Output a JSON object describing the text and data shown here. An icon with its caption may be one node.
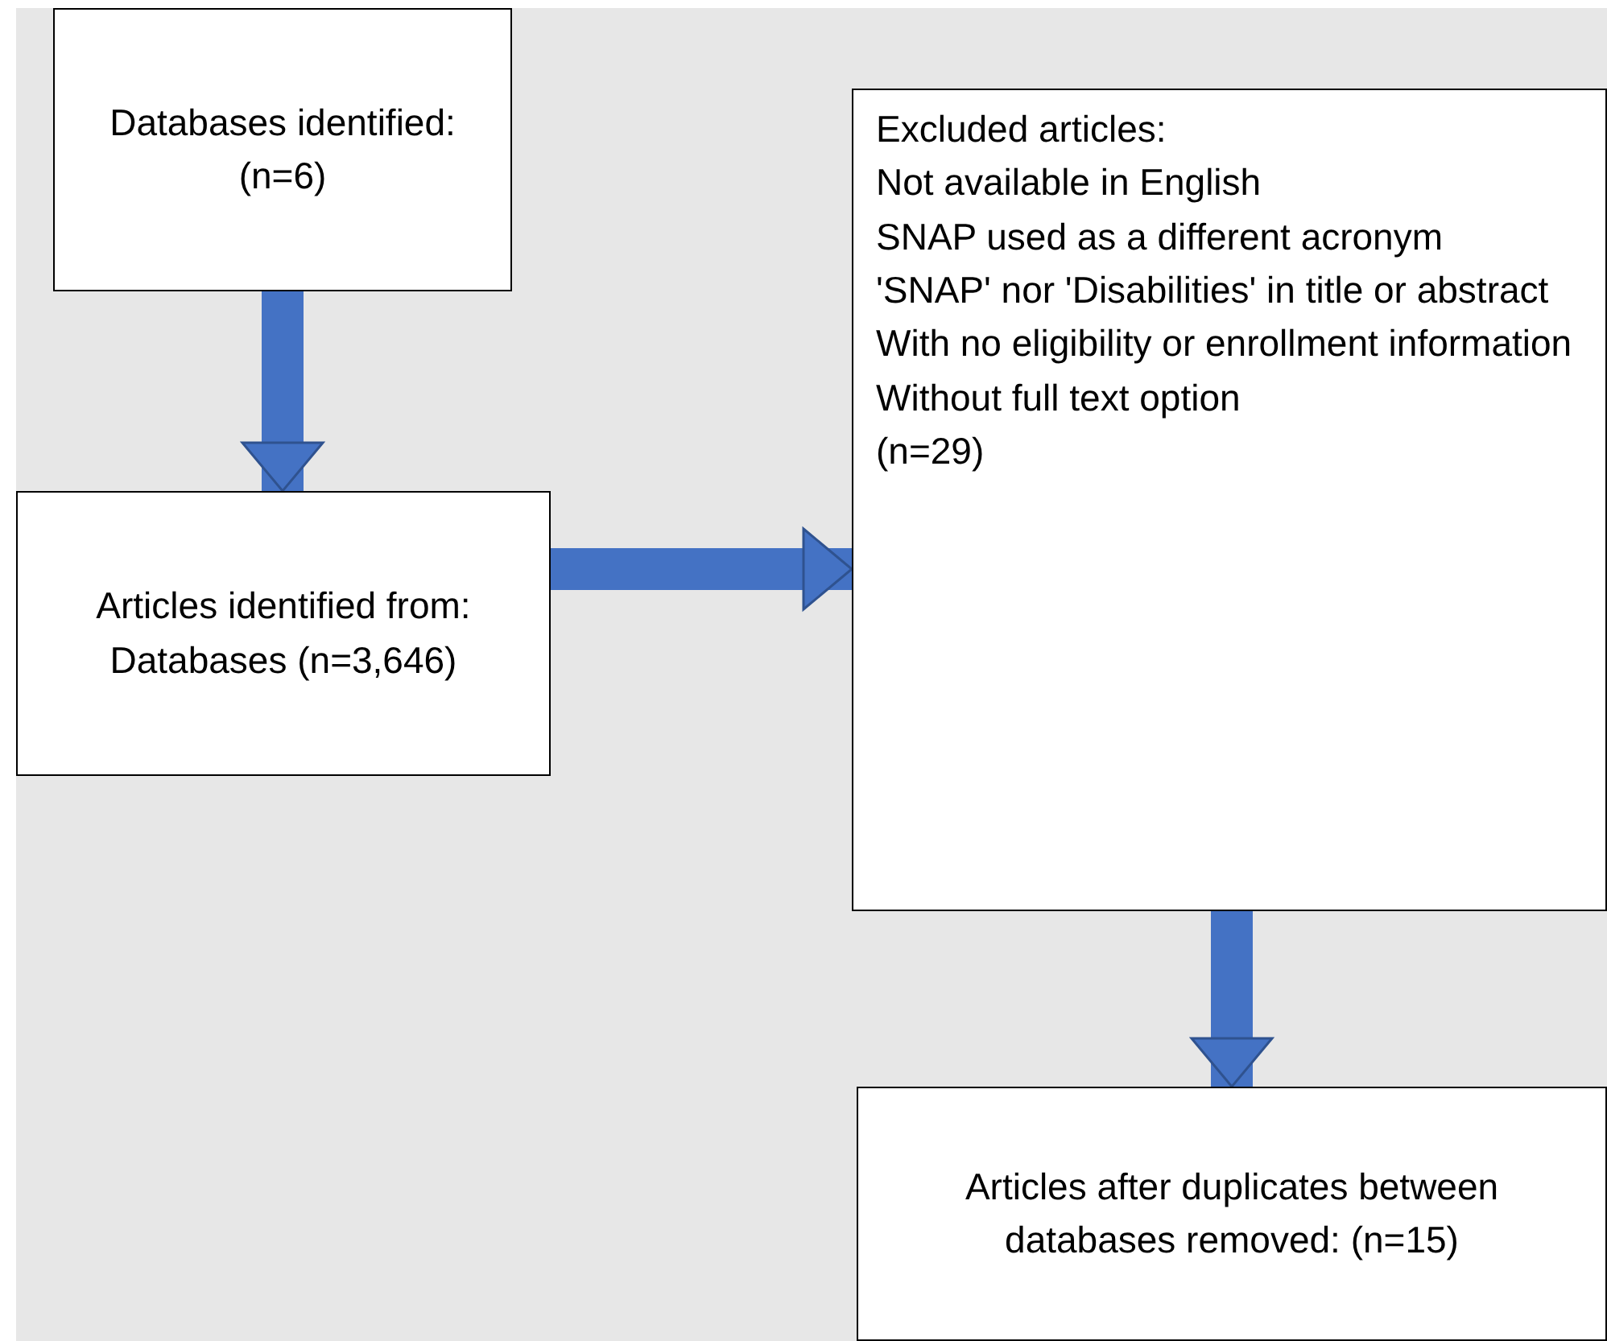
{
  "diagram": {
    "nodes": [
      {
        "text": [
          "Databases identified: (n=6)"
        ]
      },
      {
        "text": [
          "Articles identified from: Databases (n=3,646)"
        ]
      },
      {
        "text": [
          "Excluded articles:",
          "Not available in English",
          "SNAP used as a different acronym",
          "'SNAP' nor 'Disabilities' in title or abstract",
          "With no eligibility or enrollment information",
          "Without full text option",
          "(n=29)"
        ]
      },
      {
        "text": [
          "Articles after duplicates between databases removed: (n=15)"
        ]
      }
    ],
    "edges": [
      {
        "from": 0,
        "to": 1,
        "arrow": "to"
      },
      {
        "from": 1,
        "to": 2,
        "arrow": "to"
      },
      {
        "from": 2,
        "to": 3,
        "arrow": "to"
      }
    ]
  }
}
